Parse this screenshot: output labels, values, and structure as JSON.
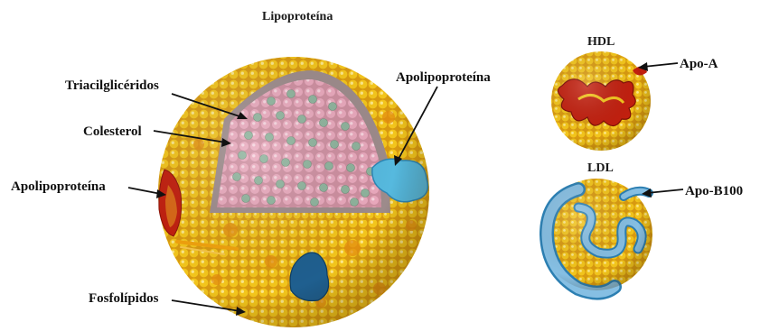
{
  "diagram": {
    "title": "Lipoproteína",
    "labels": {
      "triacylglycerides": "Triacilglicéridos",
      "cholesterol": "Colesterol",
      "apolipoprotein_left": "Apolipoproteína",
      "apolipoprotein_right": "Apolipoproteína",
      "phospholipids": "Fosfolípidos"
    },
    "hdl": {
      "title": "HDL",
      "protein_label": "Apo-A"
    },
    "ldl": {
      "title": "LDL",
      "protein_label": "Apo-B100"
    }
  },
  "colors": {
    "phospholipid_head": "#f2c318",
    "phospholipid_shadow": "#d89a0c",
    "triacylglyceride": "#e8a4b8",
    "cholesterol": "#8fb39c",
    "apo_blue": "#56b9de",
    "apo_dark_blue": "#1f5f8f",
    "apo_red": "#c2200f",
    "ldl_protein": "#86bfe3"
  }
}
